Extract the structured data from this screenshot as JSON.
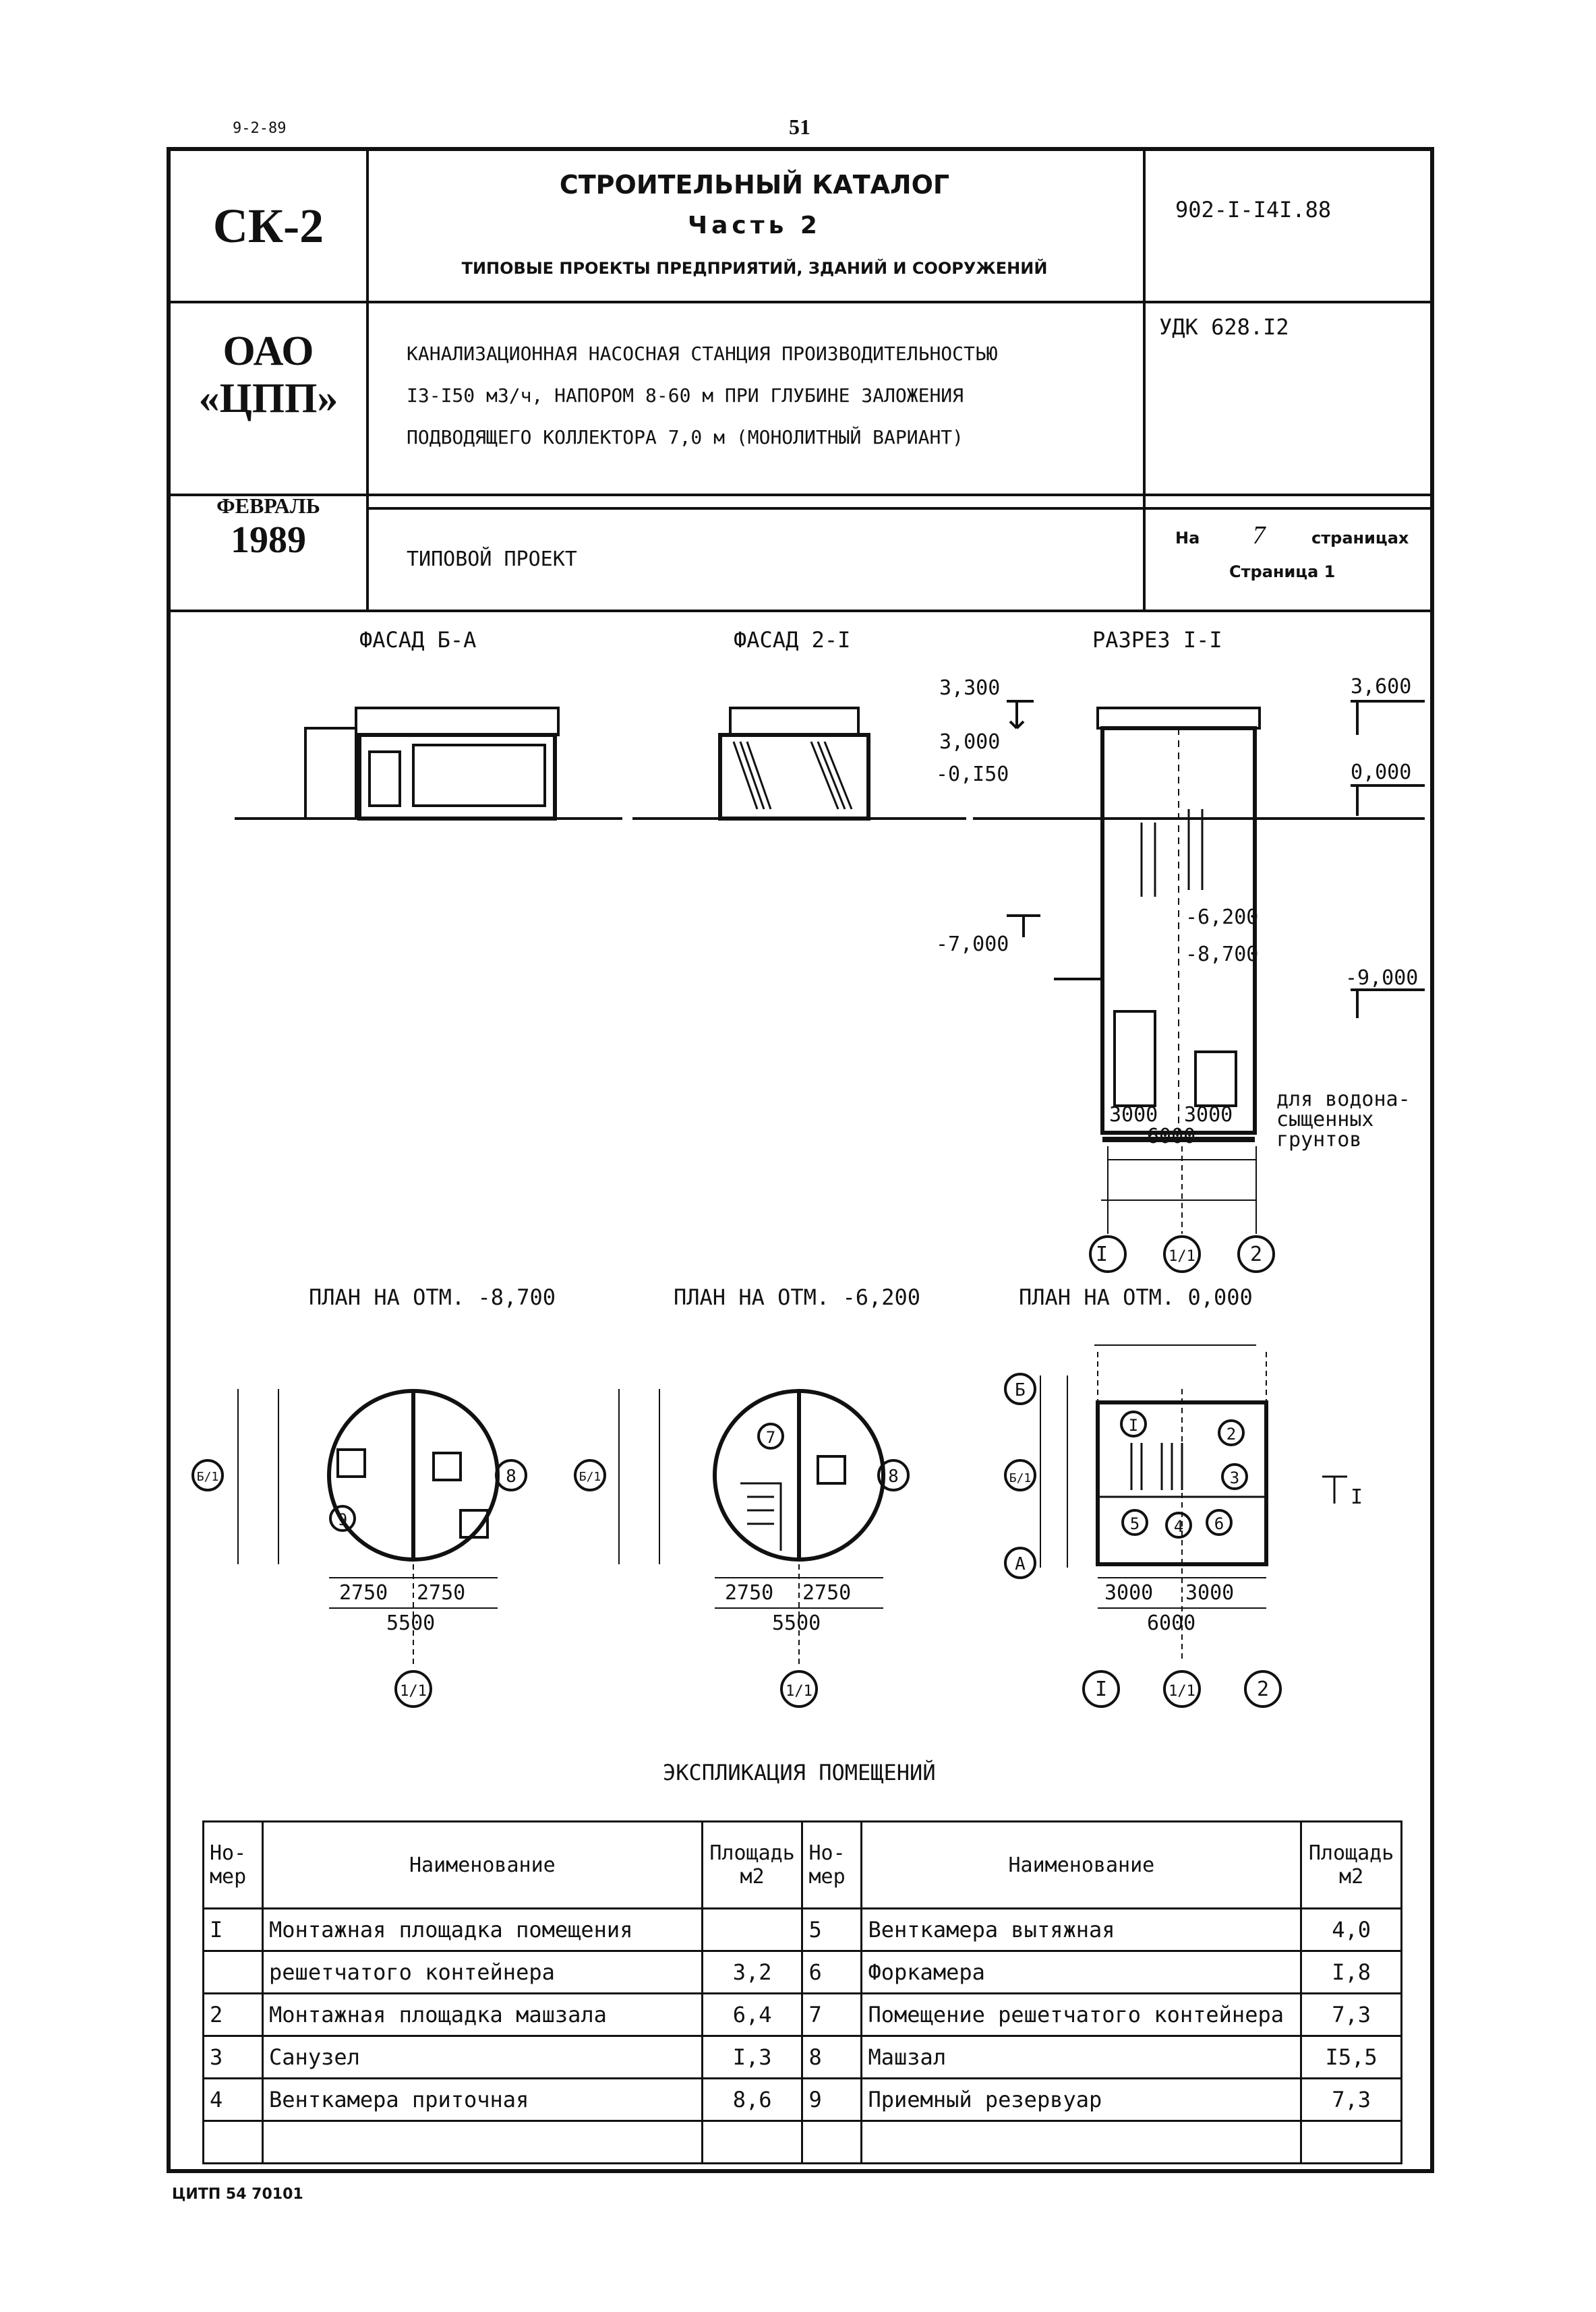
{
  "header": {
    "top_code": "9-2-89",
    "page_number": "51",
    "catalog_code": "СК-2",
    "catalog_title": "СТРОИТЕЛЬНЫЙ КАТАЛОГ",
    "catalog_part": "Часть 2",
    "catalog_subtitle": "ТИПОВЫЕ ПРОЕКТЫ ПРЕДПРИЯТИЙ, ЗДАНИЙ И СООРУЖЕНИЙ",
    "project_code": "902-I-I4I.88",
    "org_line1": "ОАО",
    "org_line2": "«ЦПП»",
    "project_title_1": "КАНАЛИЗАЦИОННАЯ НАСОСНАЯ СТАНЦИЯ ПРОИЗВОДИТЕЛЬНОСТЬЮ",
    "project_title_2": "I3-I50 м3/ч, НАПОРОМ 8-60 м ПРИ ГЛУБИНЕ ЗАЛОЖЕНИЯ",
    "project_title_3": "ПОДВОДЯЩЕГО КОЛЛЕКТОРА 7,0 м  (МОНОЛИТНЫЙ ВАРИАНТ)",
    "udk": "УДК 628.I2",
    "date_month": "ФЕВРАЛЬ",
    "date_year": "1989",
    "project_type": "ТИПОВОЙ ПРОЕКТ",
    "pages_prefix": "На",
    "pages_count": "7",
    "pages_suffix": "страницах",
    "page_label": "Страница 1"
  },
  "drawings": {
    "facade_ba": "ФАСАД Б-А",
    "facade_21": "ФАСАД 2-I",
    "section_11": "РАЗРЕЗ I-I",
    "plan_m8700": "ПЛАН НА ОТМ. -8,700",
    "plan_m6200": "ПЛАН НА ОТМ. -6,200",
    "plan_0000": "ПЛАН НА ОТМ. 0,000",
    "section_marks": {
      "m1": "3,300",
      "m2": "3,000",
      "m3": "-0,I50",
      "m4": "3,600",
      "m5": "0,000",
      "m6": "-6,200",
      "m7": "-8,700",
      "m8": "-7,000",
      "m9": "-9,000"
    },
    "note_water": [
      "для водона-",
      "сыщенных",
      "грунтов"
    ],
    "dims": {
      "d3000": "3000",
      "d6000": "6000",
      "d2750": "2750",
      "d5500": "5500"
    },
    "axes": {
      "a1": "I",
      "a11": "1/1",
      "a2": "2",
      "aB": "Б",
      "aA": "А",
      "aB1": "Б/1"
    },
    "room_nums": [
      "I",
      "2",
      "3",
      "4",
      "5",
      "6",
      "7",
      "8",
      "9"
    ],
    "cut_mark": "I"
  },
  "explication": {
    "title": "ЭКСПЛИКАЦИЯ ПОМЕЩЕНИЙ",
    "headers": {
      "num": "Но-мер",
      "name": "Наименование",
      "area": "Площадь м2"
    },
    "left": [
      {
        "num": "I",
        "name": "Монтажная площадка помещения",
        "area": ""
      },
      {
        "num": "",
        "name": "решетчатого контейнера",
        "area": "3,2"
      },
      {
        "num": "2",
        "name": "Монтажная площадка машзала",
        "area": "6,4"
      },
      {
        "num": "3",
        "name": "Санузел",
        "area": "I,3"
      },
      {
        "num": "4",
        "name": "Венткамера приточная",
        "area": "8,6"
      },
      {
        "num": "",
        "name": "",
        "area": ""
      }
    ],
    "right": [
      {
        "num": "5",
        "name": "Венткамера вытяжная",
        "area": "4,0"
      },
      {
        "num": "6",
        "name": "Форкамера",
        "area": "I,8"
      },
      {
        "num": "7",
        "name": "Помещение решетчатого контейнера",
        "area": "7,3"
      },
      {
        "num": "8",
        "name": "Машзал",
        "area": "I5,5"
      },
      {
        "num": "9",
        "name": "Приемный резервуар",
        "area": "7,3"
      },
      {
        "num": "",
        "name": "",
        "area": ""
      }
    ]
  },
  "footer": {
    "code": "ЦИТП 54 70101"
  }
}
